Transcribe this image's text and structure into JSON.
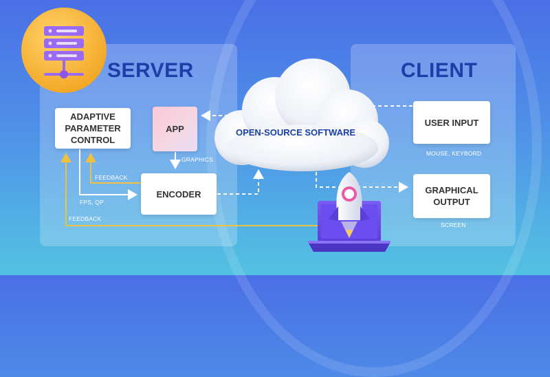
{
  "server": {
    "title": "SERVER",
    "adaptive_box": "ADAPTIVE PARAMETER CONTROL",
    "app_box": "APP",
    "encoder_box": "ENCODER",
    "label_graphics": "GRAPHICS",
    "label_feedback_top": "FEEDBACK",
    "label_fps": "FPS, QP",
    "label_feedback_bottom": "FEEDBACK",
    "icon": "server-rack-icon"
  },
  "client": {
    "title": "CLIENT",
    "user_input_box": "USER INPUT",
    "user_input_caption": "MOUSE, KEYBORD",
    "graphical_box": "GRAPHICAL OUTPUT",
    "graphical_caption": "SCREEN",
    "icon": "laptop-rocket-icon"
  },
  "cloud": {
    "label": "OPEN-SOURCE SOFTWARE",
    "icon": "cloud-icon"
  },
  "colors": {
    "title": "#1a3fa8",
    "feedback_line": "#f0c040",
    "arrow_white": "#ffffff",
    "badge": "#f7b733",
    "server_icon": "#8b5cf6"
  }
}
